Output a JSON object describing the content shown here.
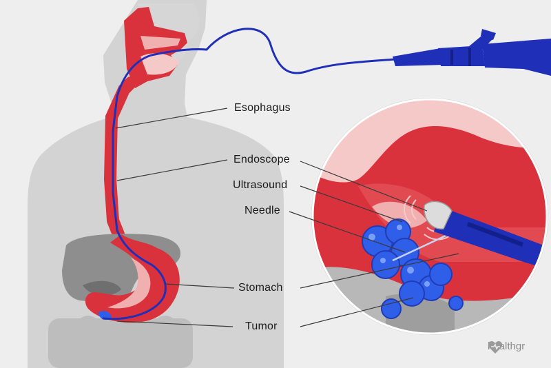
{
  "labels": {
    "esophagus": "Esophagus",
    "endoscope": "Endoscope",
    "ultrasound": "Ultrasound",
    "needle": "Needle",
    "stomach": "Stomach",
    "tumor": "Tumor"
  },
  "brand": {
    "name": "healthgr",
    "icon": "heart-icon"
  },
  "colors": {
    "background": "#eeeeee",
    "body": "#d3d3d3",
    "tissue_red": "#d9323c",
    "tissue_pink": "#f6c9c9",
    "endoscope_blue": "#1f2fb8",
    "tumor_blue": "#2f5ee8",
    "organ_gray": "#8e8e8e"
  }
}
